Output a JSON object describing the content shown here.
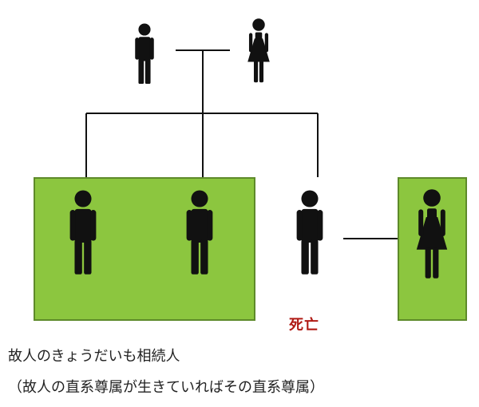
{
  "colors": {
    "highlight_fill": "#8cc63f",
    "highlight_border": "#5e8a2a",
    "figure": "#111111",
    "line": "#111111",
    "deceased_text": "#b01a14"
  },
  "people": [
    {
      "role": "parent-father",
      "gender": "male",
      "icon": "male-person-icon"
    },
    {
      "role": "parent-mother",
      "gender": "female",
      "icon": "female-person-icon"
    },
    {
      "role": "sibling-1",
      "gender": "male",
      "icon": "male-person-icon",
      "highlighted": true
    },
    {
      "role": "sibling-2",
      "gender": "male",
      "icon": "male-person-icon",
      "highlighted": true
    },
    {
      "role": "deceased",
      "gender": "male",
      "icon": "male-person-icon"
    },
    {
      "role": "spouse",
      "gender": "female",
      "icon": "female-person-icon",
      "highlighted": true
    }
  ],
  "deceased_label": "死亡",
  "caption": {
    "line1": "故人のきょうだいも相続人",
    "line2": "（故人の直系尊属が生きていればその直系尊属）"
  }
}
